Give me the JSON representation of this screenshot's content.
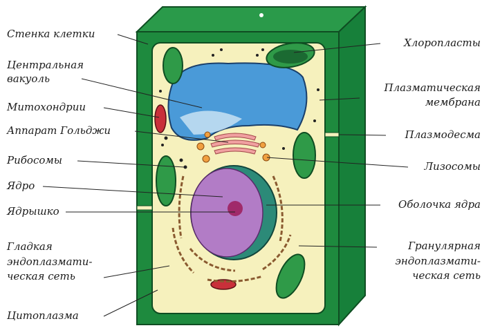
{
  "title": "Строение растительной клетки",
  "labels_left": {
    "wall": "Стенка клетки",
    "vacuole_1": "Центральная",
    "vacuole_2": "вакуоль",
    "mitochondria": "Митохондрии",
    "golgi": "Аппарат Гольджи",
    "ribosomes": "Рибосомы",
    "nucleus": "Ядро",
    "nucleolus": "Ядрышко",
    "smooth_er_1": "Гладкая",
    "smooth_er_2": "эндоплазмати-",
    "smooth_er_3": "ческая сеть",
    "cytoplasm": "Цитоплазма"
  },
  "labels_right": {
    "chloroplasts": "Хлоропласты",
    "membrane_1": "Плазматическая",
    "membrane_2": "мембрана",
    "plasmodesma": "Плазмодесма",
    "lysosomes": "Лизосомы",
    "nuclear_envelope": "Оболочка ядра",
    "rough_er_1": "Гранулярная",
    "rough_er_2": "эндоплазмати-",
    "rough_er_3": "ческая сеть"
  },
  "colors": {
    "wall": "#1e8a3e",
    "cytoplasm": "#f6f1bd",
    "vacuole": "#4a9ad8",
    "nucleus": "#b27cc6",
    "chloroplast": "#2f9a48"
  }
}
